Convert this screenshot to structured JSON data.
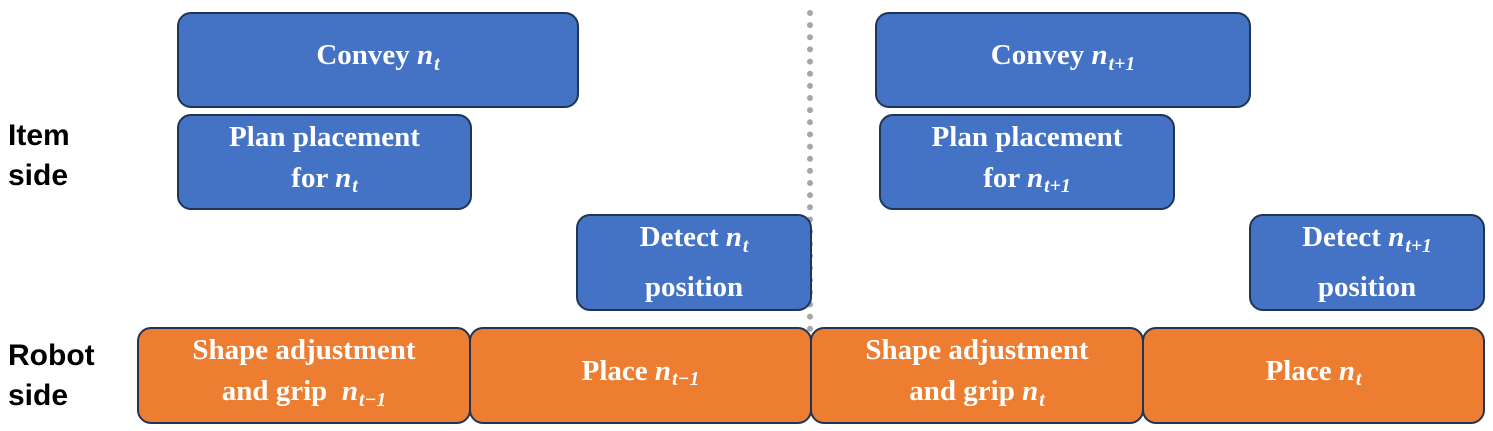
{
  "lanes": {
    "item": {
      "line1": "Item",
      "line2": "side"
    },
    "robot": {
      "line1": "Robot",
      "line2": "side"
    }
  },
  "colors": {
    "item_task": "#4472c4",
    "robot_task": "#ed7d31",
    "border": "#1f3554",
    "divider": "#a6a6a6"
  },
  "item_tasks": {
    "convey_t": {
      "text": "Convey ",
      "var": "n",
      "sub": "t"
    },
    "convey_t1": {
      "text": "Convey ",
      "var": "n",
      "sub": "t+1"
    },
    "plan_t": {
      "line1": "Plan placement",
      "line2_text": "for ",
      "var": "n",
      "sub": "t"
    },
    "plan_t1": {
      "line1": "Plan placement",
      "line2_text": "for ",
      "var": "n",
      "sub": "t+1"
    },
    "detect_t": {
      "line1_text": "Detect ",
      "var": "n",
      "sub": "t",
      "line2": "position"
    },
    "detect_t1": {
      "line1_text": "Detect ",
      "var": "n",
      "sub": "t+1",
      "line2": "position"
    }
  },
  "robot_tasks": {
    "grip_tm1": {
      "line1": "Shape adjustment",
      "line2_text": "and grip  ",
      "var": "n",
      "sub": "t−1"
    },
    "place_tm1": {
      "text": "Place ",
      "var": "n",
      "sub": "t−1"
    },
    "grip_t": {
      "line1": "Shape adjustment",
      "line2_text": "and grip ",
      "var": "n",
      "sub": "t"
    },
    "place_t": {
      "text": "Place ",
      "var": "n",
      "sub": "t"
    }
  }
}
